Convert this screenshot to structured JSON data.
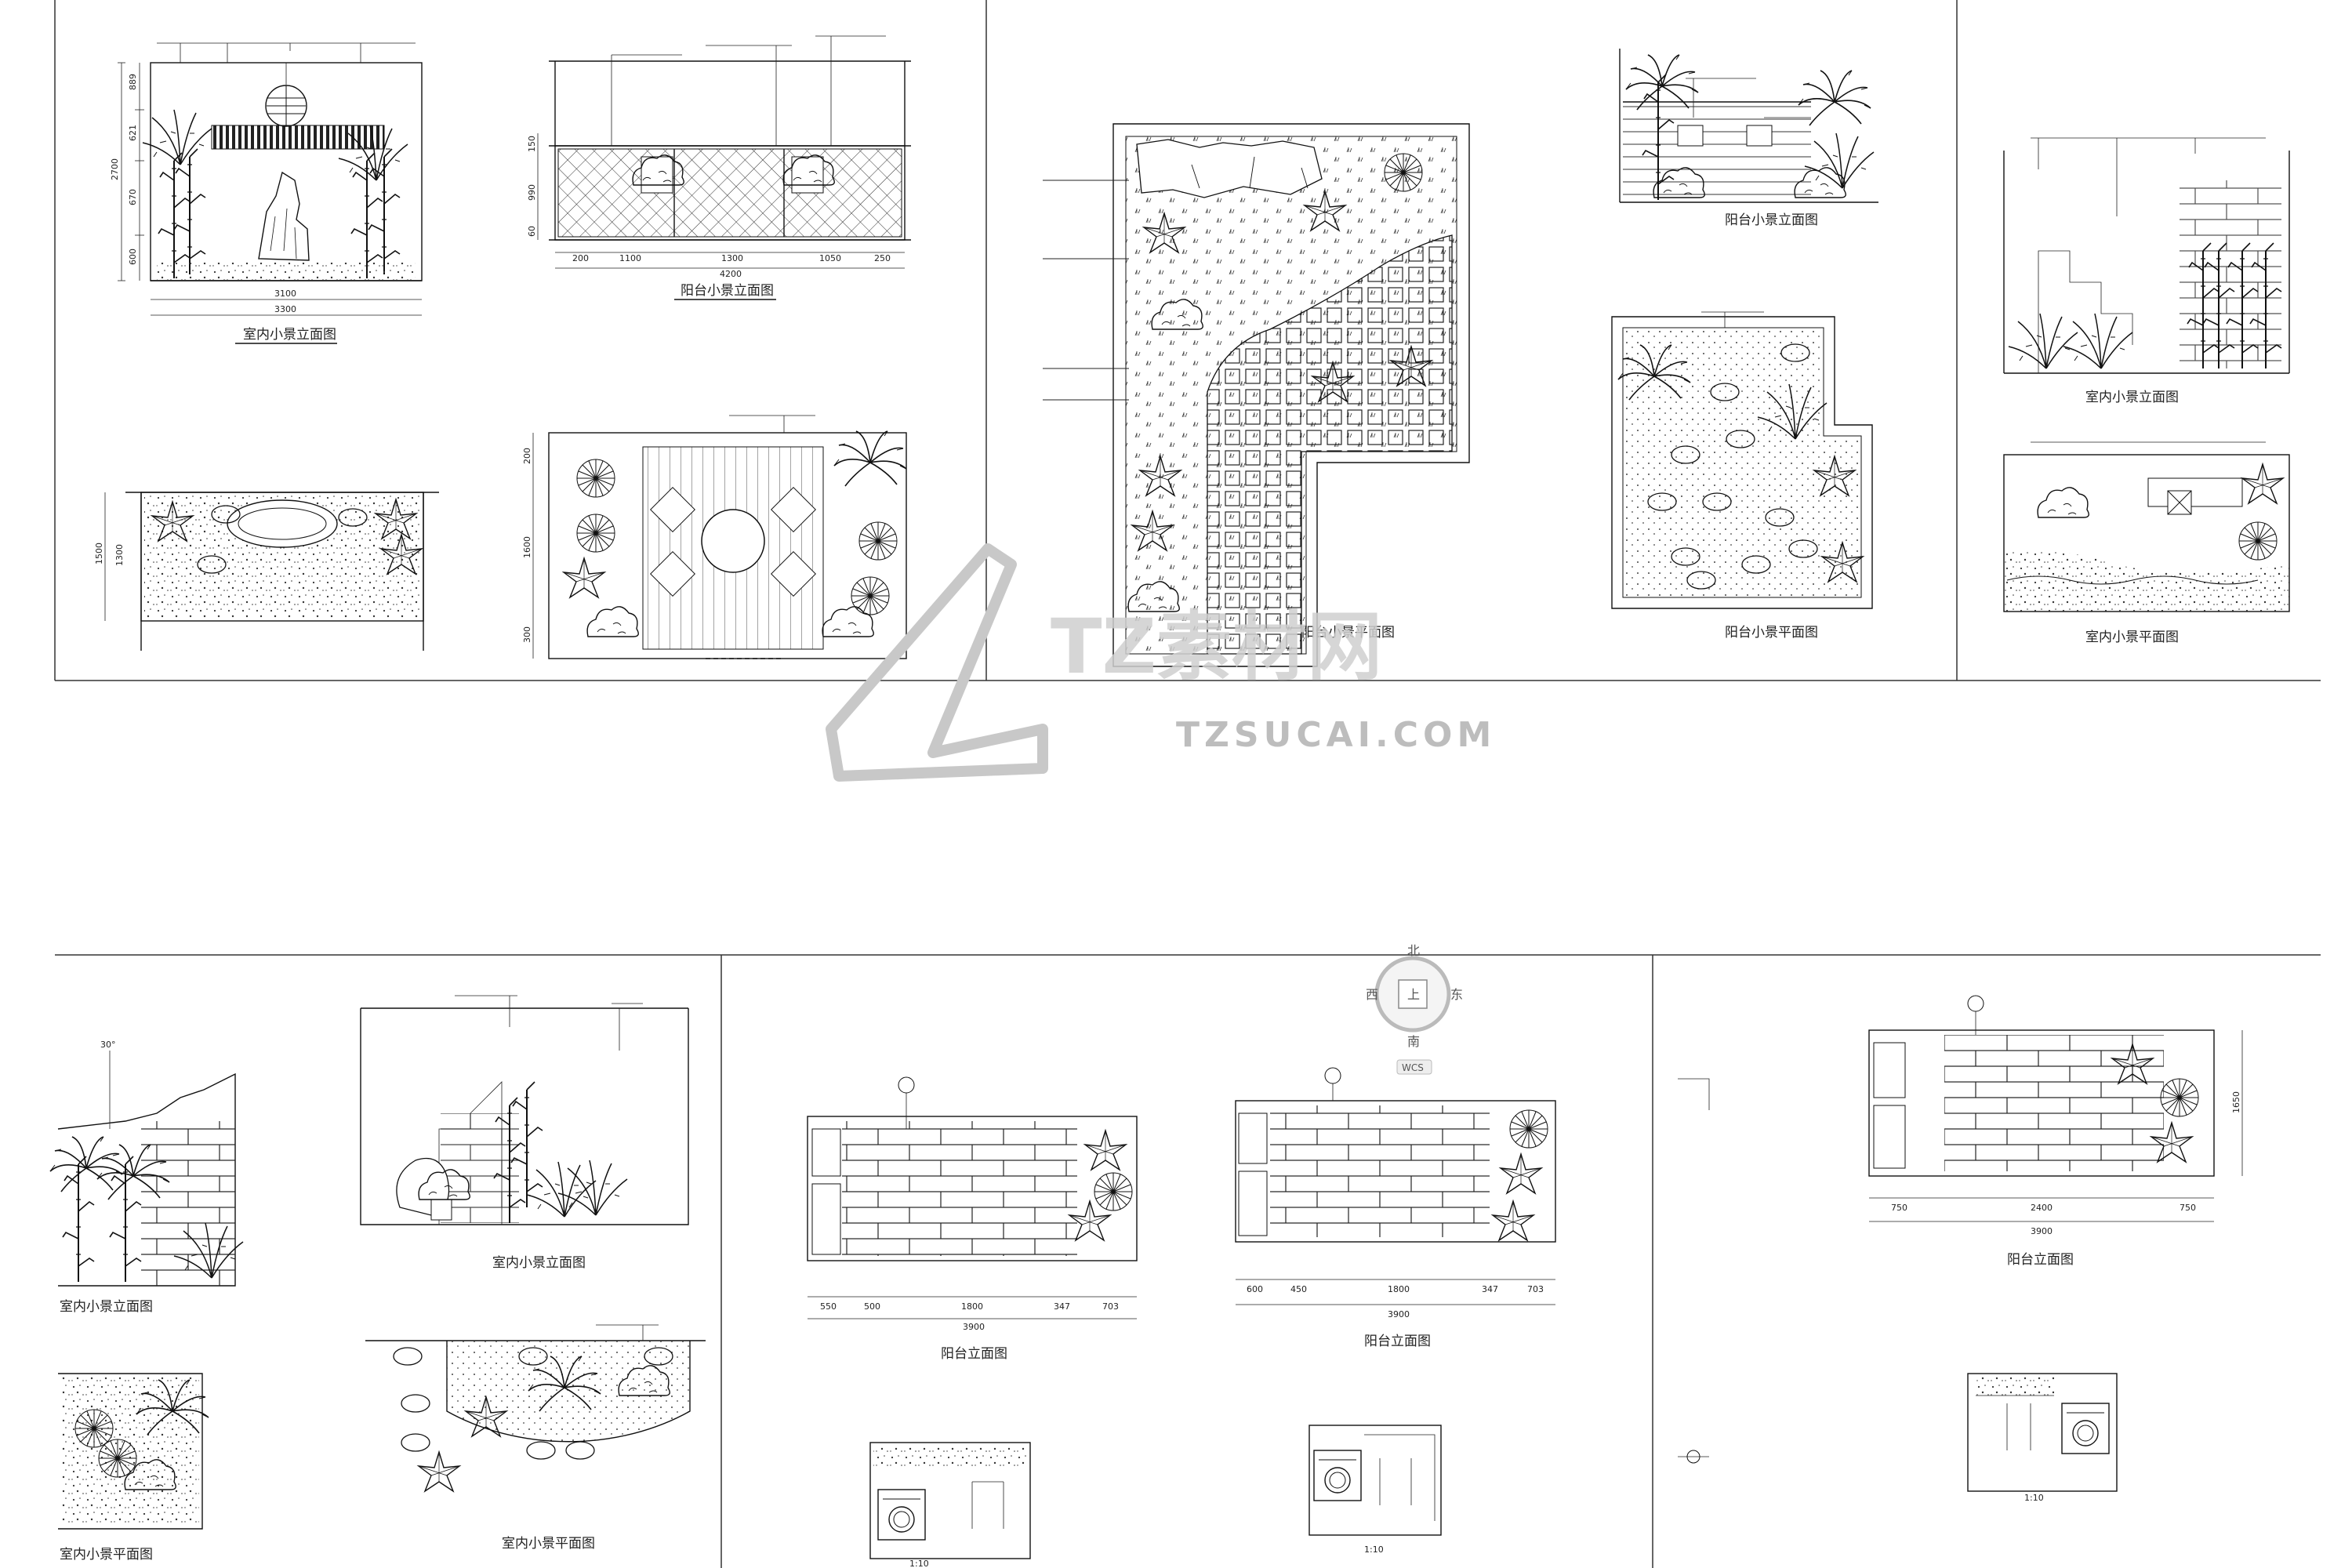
{
  "watermark": {
    "brand": "TZ素材网",
    "url": "TZSUCAI.COM"
  },
  "compass": {
    "north": "北",
    "south": "南",
    "west": "西",
    "east": "东",
    "center": "上",
    "wcs": "WCS"
  },
  "titles": {
    "indoor_elev_a": "室内小景立面图",
    "balcony_elev_a": "阳台小景立面图",
    "balcony_plan_a": "阳台小景平面图",
    "balcony_elev_b": "阳台小景立面图",
    "balcony_plan_b": "阳台小景平面图",
    "indoor_elev_b": "室内小景立面图",
    "indoor_plan_b": "室内小景平面图",
    "indoor_elev_c": "室内小景立面图",
    "indoor_plan_c": "室内小景平面图",
    "indoor_elev_d": "室内小景立面图",
    "indoor_plan_d": "室内小景平面图",
    "balcony_elev_c": "阳台立面图",
    "balcony_elev_d": "阳台立面图",
    "balcony_elev_e": "阳台立面图"
  },
  "dims": {
    "a_width1": "3100",
    "a_width2": "3300",
    "a_h1": "2700",
    "a_h2": "889",
    "a_h3": "621",
    "a_h4": "670",
    "a_h5": "600",
    "b_segs": [
      "200",
      "1100",
      "1300",
      "1050",
      "250"
    ],
    "b_total": "4200",
    "b_h1": "150",
    "b_h2": "990",
    "b_h3": "60",
    "c_h": "1500",
    "c_h2": "1300",
    "d_h1": "200",
    "d_h2": "1600",
    "d_h3": "300",
    "e_segs": [
      "550",
      "500",
      "1800",
      "347",
      "703"
    ],
    "e_total": "3900",
    "f_segs": [
      "600",
      "450",
      "1800",
      "347",
      "703"
    ],
    "f_total": "3900",
    "g_segs": [
      "750",
      "2400",
      "750"
    ],
    "g_total": "3900",
    "g_h": "1650"
  },
  "tags": {
    "angle": "30°"
  }
}
